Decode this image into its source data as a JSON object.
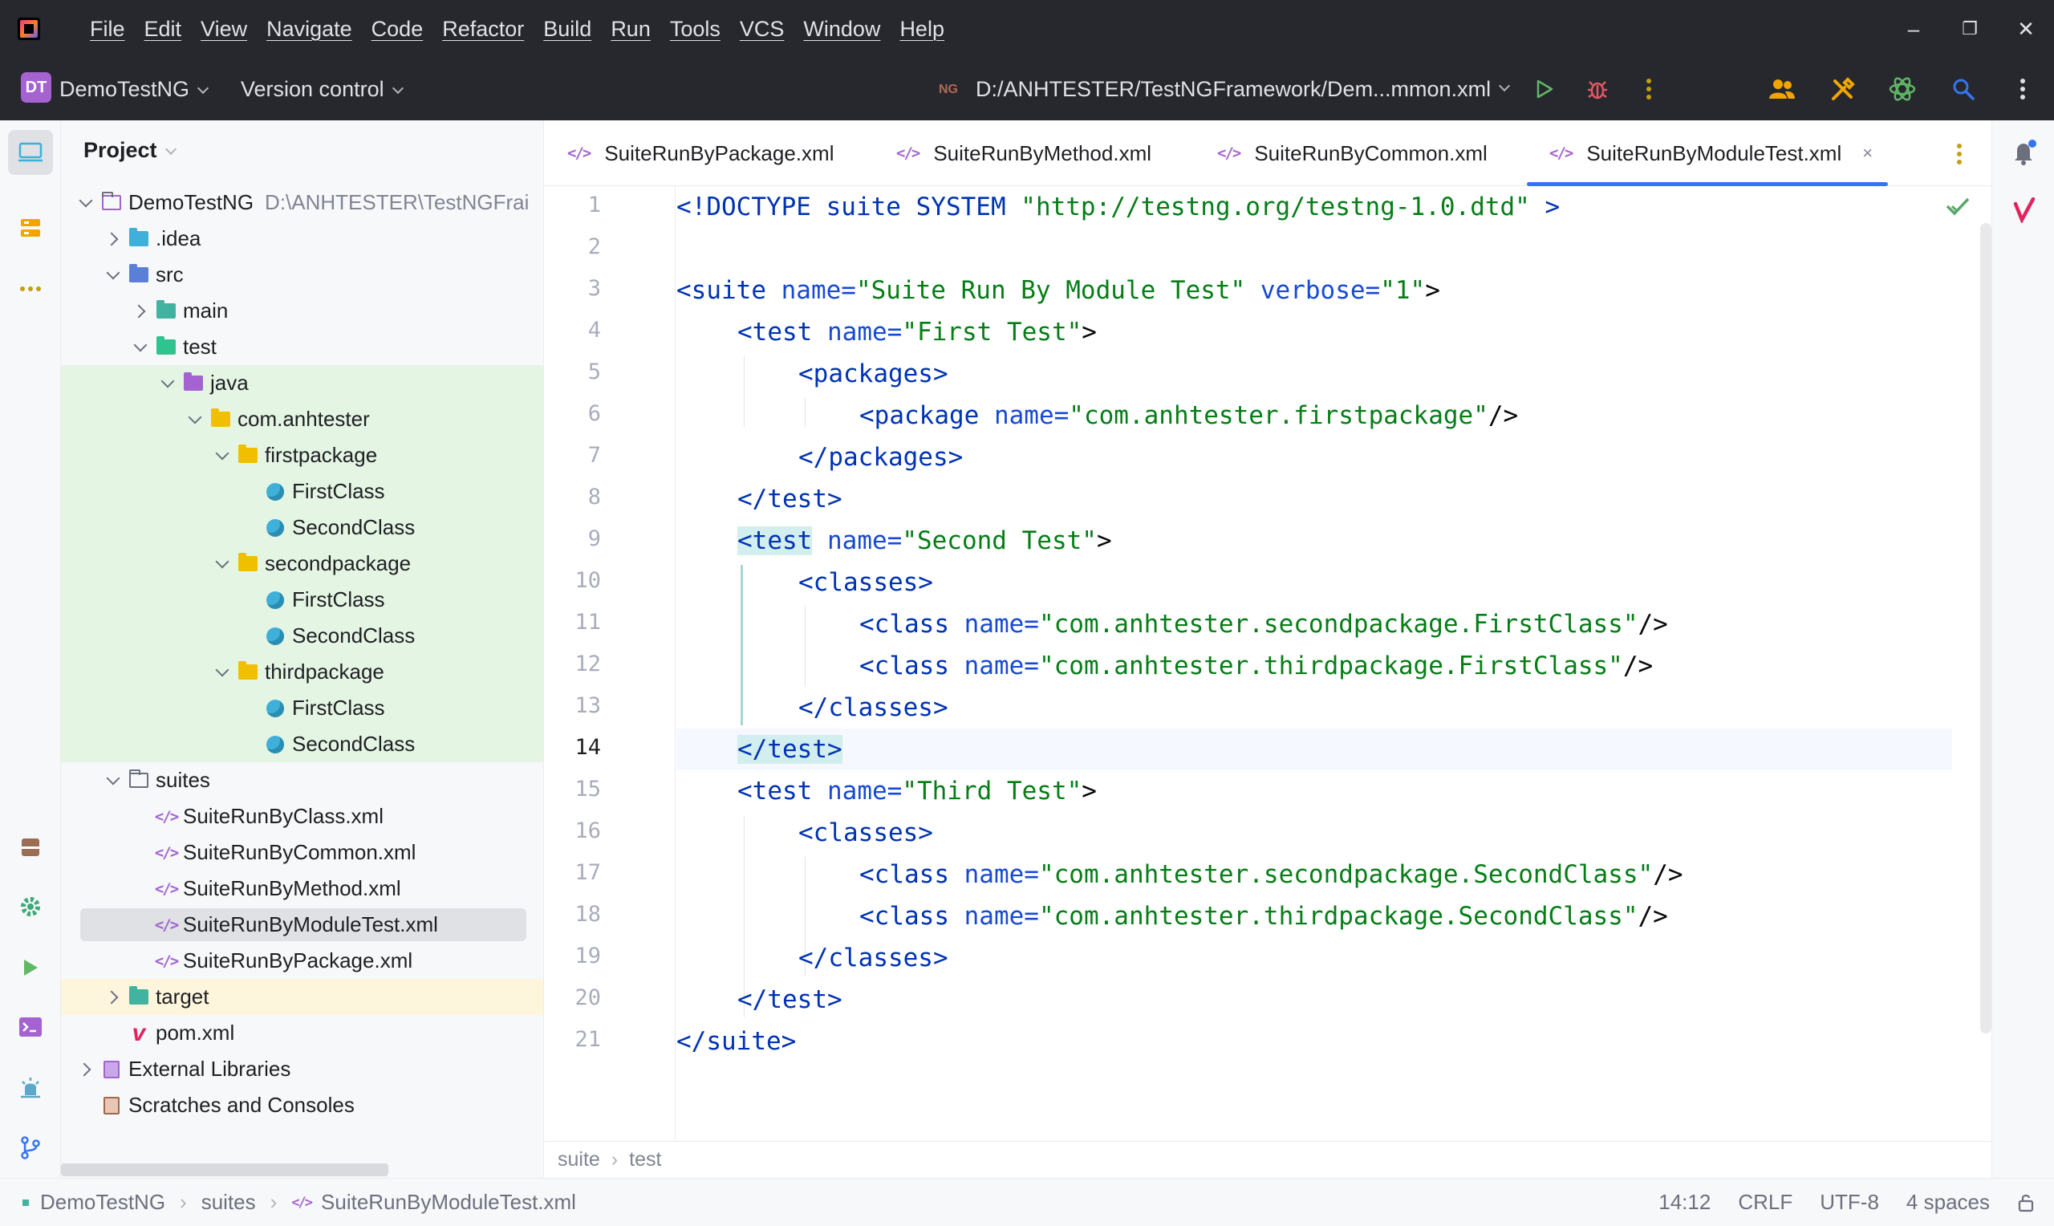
{
  "menu": [
    "File",
    "Edit",
    "View",
    "Navigate",
    "Code",
    "Refactor",
    "Build",
    "Run",
    "Tools",
    "VCS",
    "Window",
    "Help"
  ],
  "window_controls": {
    "minimize": "–",
    "restore": "❐",
    "close": "✕"
  },
  "toolbar": {
    "project_badge": "DT",
    "project_name": "DemoTestNG",
    "vcs_label": "Version control",
    "run_config_icon": "NG",
    "run_config": "D:/ANHTESTER/TestNGFramework/Dem...mmon.xml"
  },
  "project_panel": {
    "title": "Project",
    "tree": [
      {
        "label": "DemoTestNG",
        "path": "D:\\ANHTESTER\\TestNGFrai",
        "icon": "module-folder-icon"
      },
      {
        "label": ".idea",
        "icon": "idea-folder-icon"
      },
      {
        "label": "src",
        "icon": "source-folder-icon"
      },
      {
        "label": "main",
        "icon": "main-folder-icon"
      },
      {
        "label": "test",
        "icon": "test-folder-icon"
      },
      {
        "label": "java",
        "icon": "test-source-root-icon"
      },
      {
        "label": "com.anhtester",
        "icon": "package-icon"
      },
      {
        "label": "firstpackage",
        "icon": "package-icon"
      },
      {
        "label": "FirstClass",
        "icon": "class-icon"
      },
      {
        "label": "SecondClass",
        "icon": "class-icon"
      },
      {
        "label": "secondpackage",
        "icon": "package-icon"
      },
      {
        "label": "FirstClass",
        "icon": "class-icon"
      },
      {
        "label": "SecondClass",
        "icon": "class-icon"
      },
      {
        "label": "thirdpackage",
        "icon": "package-icon"
      },
      {
        "label": "FirstClass",
        "icon": "class-icon"
      },
      {
        "label": "SecondClass",
        "icon": "class-icon"
      },
      {
        "label": "suites",
        "icon": "folder-icon"
      },
      {
        "label": "SuiteRunByClass.xml",
        "icon": "xml-file-icon"
      },
      {
        "label": "SuiteRunByCommon.xml",
        "icon": "xml-file-icon"
      },
      {
        "label": "SuiteRunByMethod.xml",
        "icon": "xml-file-icon"
      },
      {
        "label": "SuiteRunByModuleTest.xml",
        "icon": "xml-file-icon"
      },
      {
        "label": "SuiteRunByPackage.xml",
        "icon": "xml-file-icon"
      },
      {
        "label": "target",
        "icon": "excluded-folder-icon"
      },
      {
        "label": "pom.xml",
        "icon": "maven-icon"
      },
      {
        "label": "External Libraries",
        "icon": "libraries-icon"
      },
      {
        "label": "Scratches and Consoles",
        "icon": "scratches-icon"
      }
    ]
  },
  "tabs": [
    {
      "label": "SuiteRunByPackage.xml"
    },
    {
      "label": "SuiteRunByMethod.xml"
    },
    {
      "label": "SuiteRunByCommon.xml"
    },
    {
      "label": "SuiteRunByModuleTest.xml",
      "close": "×"
    }
  ],
  "editor": {
    "line_numbers": [
      "1",
      "2",
      "3",
      "4",
      "5",
      "6",
      "7",
      "8",
      "9",
      "10",
      "11",
      "12",
      "13",
      "14",
      "15",
      "16",
      "17",
      "18",
      "19",
      "20",
      "21"
    ],
    "current_line": "14",
    "code": {
      "l1_tag": "<!DOCTYPE",
      "l1_kw": " suite SYSTEM ",
      "l1_val": "\"http://testng.org/testng-1.0.dtd\"",
      "l1_end": " >",
      "l3_open": "<suite",
      "l3_attr1": " name=",
      "l3_val1": "\"Suite Run By Module Test\"",
      "l3_attr2": " verbose=",
      "l3_val2": "\"1\"",
      "l3_close": ">",
      "l4_open": "<test",
      "l4_attr": " name=",
      "l4_val": "\"First Test\"",
      "l4_close": ">",
      "l5": "<packages>",
      "l6_open": "<package",
      "l6_attr": " name=",
      "l6_val": "\"com.anhtester.firstpackage\"",
      "l6_close": "/>",
      "l7": "</packages>",
      "l8": "</test>",
      "l9_lt": "<",
      "l9_tag": "test",
      "l9_attr": " name=",
      "l9_val": "\"Second Test\"",
      "l9_close": ">",
      "l10": "<classes>",
      "l11_open": "<class",
      "l11_attr": " name=",
      "l11_val": "\"com.anhtester.secondpackage.FirstClass\"",
      "l11_close": "/>",
      "l12_open": "<class",
      "l12_attr": " name=",
      "l12_val": "\"com.anhtester.thirdpackage.FirstClass\"",
      "l12_close": "/>",
      "l13": "</classes>",
      "l14": "</test>",
      "l15_open": "<test",
      "l15_attr": " name=",
      "l15_val": "\"Third Test\"",
      "l15_close": ">",
      "l16": "<classes>",
      "l17_open": "<class",
      "l17_attr": " name=",
      "l17_val": "\"com.anhtester.secondpackage.SecondClass\"",
      "l17_close": "/>",
      "l18_open": "<class",
      "l18_attr": " name=",
      "l18_val": "\"com.anhtester.thirdpackage.SecondClass\"",
      "l18_close": "/>",
      "l19": "</classes>",
      "l20": "</test>",
      "l21": "</suite>"
    },
    "breadcrumb": [
      "suite",
      "test"
    ]
  },
  "statusbar": {
    "path": [
      "DemoTestNG",
      "suites",
      "SuiteRunByModuleTest.xml"
    ],
    "position": "14:12",
    "line_separator": "CRLF",
    "encoding": "UTF-8",
    "indent": "4 spaces"
  },
  "colors": {
    "title_bg": "#27282e",
    "accent": "#3574f0",
    "tag": "#0033b3",
    "attr": "#174ad4",
    "value": "#067d17",
    "green_scope": "#e4f5e4",
    "excluded_scope": "#fdf5dc"
  }
}
